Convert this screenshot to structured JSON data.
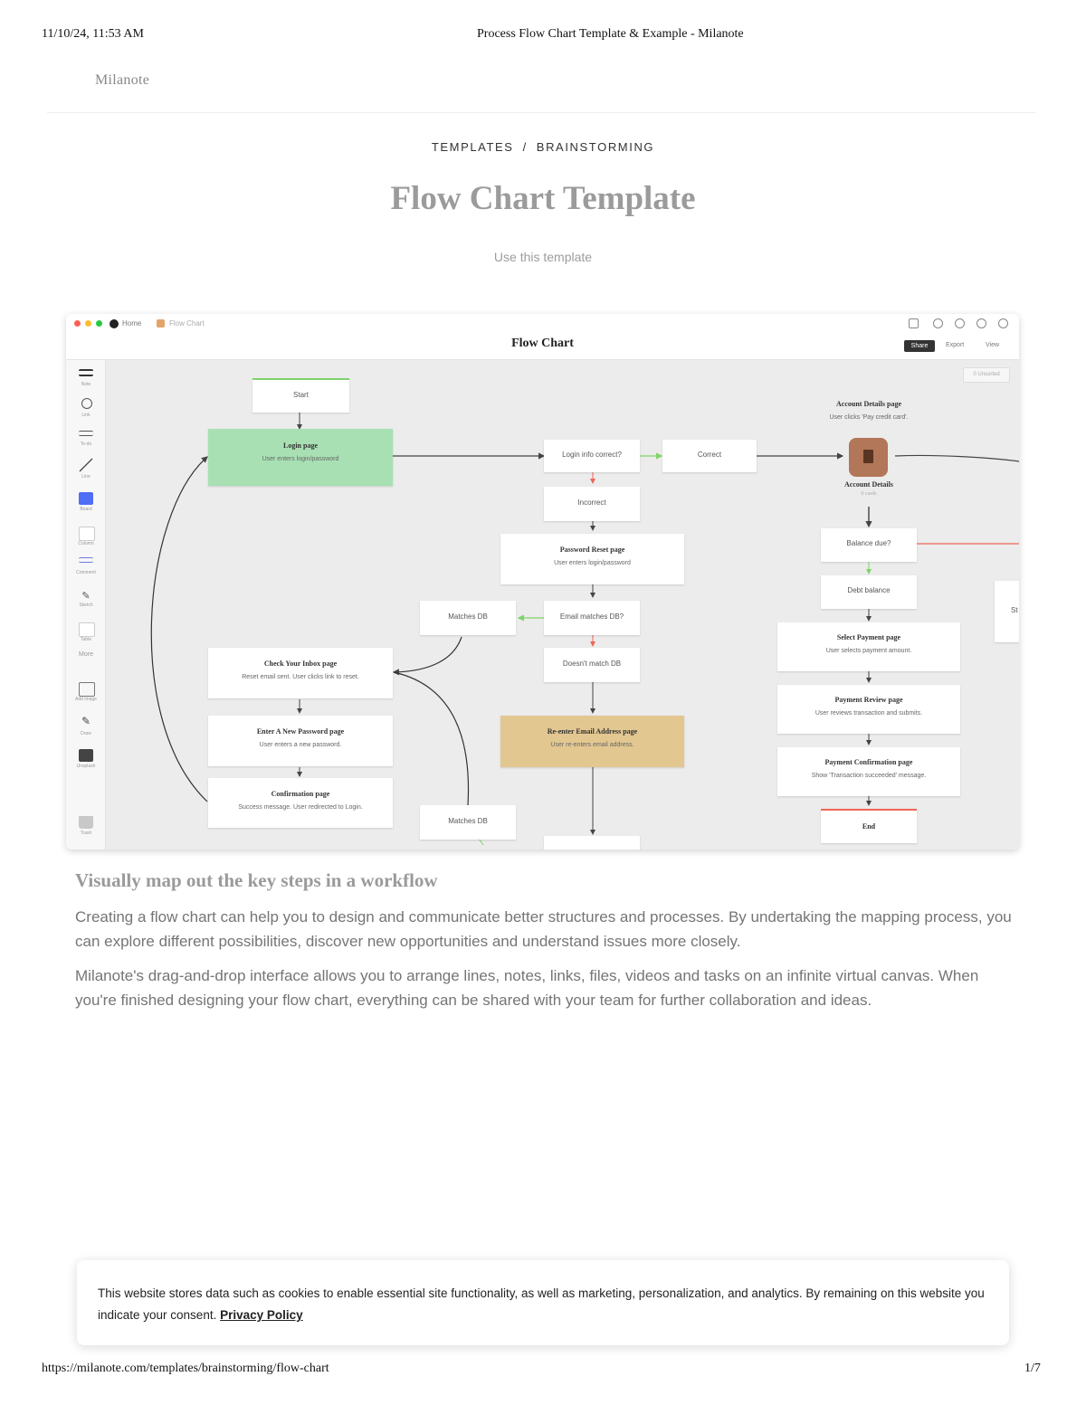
{
  "print": {
    "datetime": "11/10/24, 11:53 AM",
    "doc_title": "Process Flow Chart Template & Example - Milanote",
    "url": "https://milanote.com/templates/brainstorming/flow-chart",
    "page": "1/7"
  },
  "brand": "Milanote",
  "breadcrumb": {
    "first": "TEMPLATES",
    "sep": "/",
    "second": "BRAINSTORMING"
  },
  "title": "Flow Chart Template",
  "use_template": "Use this template",
  "app": {
    "crumb_home": "Home",
    "crumb_board": "Flow Chart",
    "board_title": "Flow Chart",
    "share": "Share",
    "export": "Export",
    "view": "View",
    "unsorted": "0 Unsorted",
    "tools": [
      "Note",
      "Link",
      "To-do",
      "Line",
      "Board",
      "Column",
      "Comment",
      "Sketch",
      "Table",
      "More",
      "Add image",
      "Draw",
      "Unsplash",
      "Trash"
    ],
    "nodes": {
      "start": "Start",
      "login_title": "Login page",
      "login_sub": "User enters login/password",
      "login_q": "Login info correct?",
      "correct": "Correct",
      "incorrect": "Incorrect",
      "reset_title": "Password Reset page",
      "reset_sub": "User enters login/password",
      "email_q": "Email matches DB?",
      "matches_db": "Matches DB",
      "no_match": "Doesn't match DB",
      "inbox_title": "Check Your Inbox page",
      "inbox_sub": "Reset email sent. User clicks link to reset.",
      "newpw_title": "Enter A New Password page",
      "newpw_sub": "User enters a new password.",
      "reenter_title": "Re-enter Email Address page",
      "reenter_sub": "User re-enters email address.",
      "confirm_title": "Confirmation page",
      "confirm_sub": "Success message. User redirected to Login.",
      "matches_db2": "Matches DB",
      "acct_page_title": "Account Details page",
      "acct_page_sub": "User clicks 'Pay credit card'.",
      "acct_label": "Account Details",
      "acct_sub": "0 cards",
      "balance_q": "Balance due?",
      "debt": "Debt balance",
      "pay_title": "Select Payment page",
      "pay_sub": "User selects payment amount.",
      "review_title": "Payment Review page",
      "review_sub": "User reviews transaction and submits.",
      "pconfirm_title": "Payment Confirmation page",
      "pconfirm_sub": "Show 'Transaction succeeded' message.",
      "end": "End",
      "side": "St"
    }
  },
  "section": {
    "heading": "Visually map out the key steps in a workflow",
    "p1": "Creating a flow chart can help you to design and communicate better structures and processes. By undertaking the mapping process, you can explore different possibilities, discover new opportunities and understand issues more closely.",
    "p2": "Milanote's drag-and-drop interface allows you to arrange lines, notes, links, files, videos and tasks on an infinite virtual canvas. When you're finished designing your flow chart, everything can be shared with your team for further collaboration and ideas."
  },
  "cookie": {
    "text": "This website stores data such as cookies to enable essential site functionality, as well as marketing, personalization, and analytics. By remaining on this website you indicate your consent.",
    "link": "Privacy Policy"
  },
  "colors": {
    "login_green": "#a8e0b3",
    "reenter_tan": "#e3c791",
    "account_brown": "#b27658",
    "yes_green": "#7fd36a",
    "no_red": "#ee6656"
  }
}
